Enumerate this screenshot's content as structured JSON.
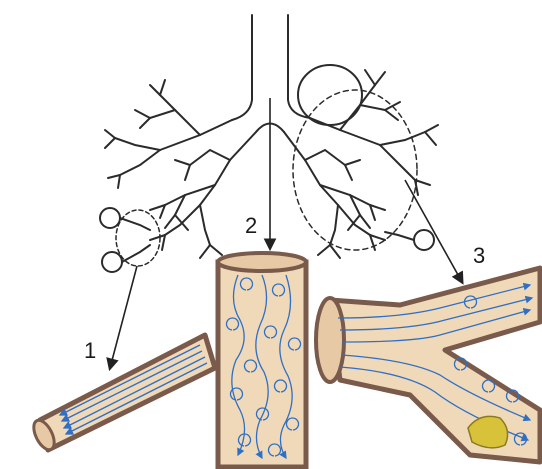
{
  "labels": {
    "one": "1",
    "two": "2",
    "three": "3"
  },
  "colors": {
    "outline": "#2b2b2b",
    "tube_fill": "#f0d9b9",
    "tube_wall": "#7a5a4a",
    "flow": "#2f6fc4",
    "deposit": "#d8c23a"
  },
  "icons": [
    "bronchial-tree-icon",
    "laminar-flow-icon",
    "turbulent-flow-icon",
    "transitional-flow-icon"
  ]
}
